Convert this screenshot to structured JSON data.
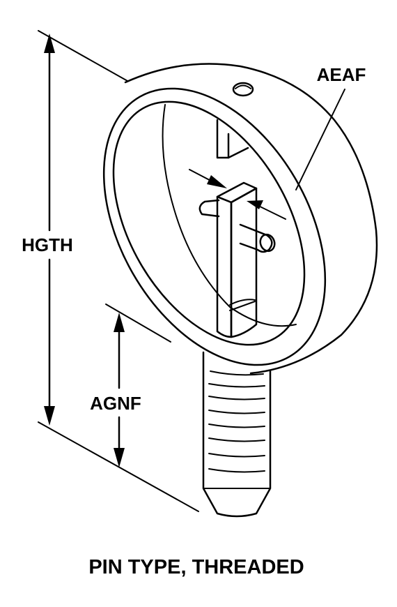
{
  "labels": {
    "hgth": "HGTH",
    "agnf": "AGNF",
    "aeaf": "AEAF"
  },
  "caption": "PIN TYPE, THREADED",
  "colors": {
    "ink": "#000000",
    "paper": "#ffffff"
  }
}
